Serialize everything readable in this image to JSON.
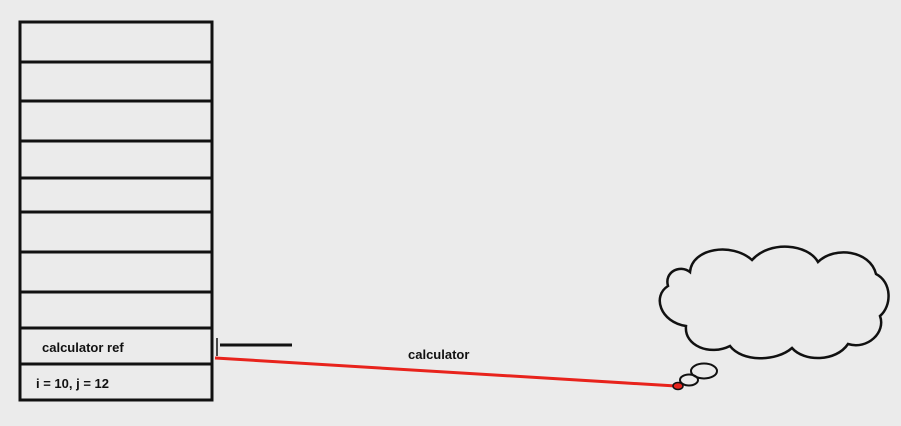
{
  "stack": {
    "cells": [
      {
        "label": ""
      },
      {
        "label": ""
      },
      {
        "label": ""
      },
      {
        "label": ""
      },
      {
        "label": ""
      },
      {
        "label": ""
      },
      {
        "label": ""
      },
      {
        "label": ""
      },
      {
        "label": "calculator ref"
      },
      {
        "label": "i = 10, j = 12"
      }
    ]
  },
  "reference": {
    "label": "calculator",
    "color": "#e8231c"
  },
  "object": {
    "shape": "cloud"
  },
  "colors": {
    "background": "#ebebeb",
    "stroke": "#111111",
    "reference_line": "#e8231c"
  }
}
